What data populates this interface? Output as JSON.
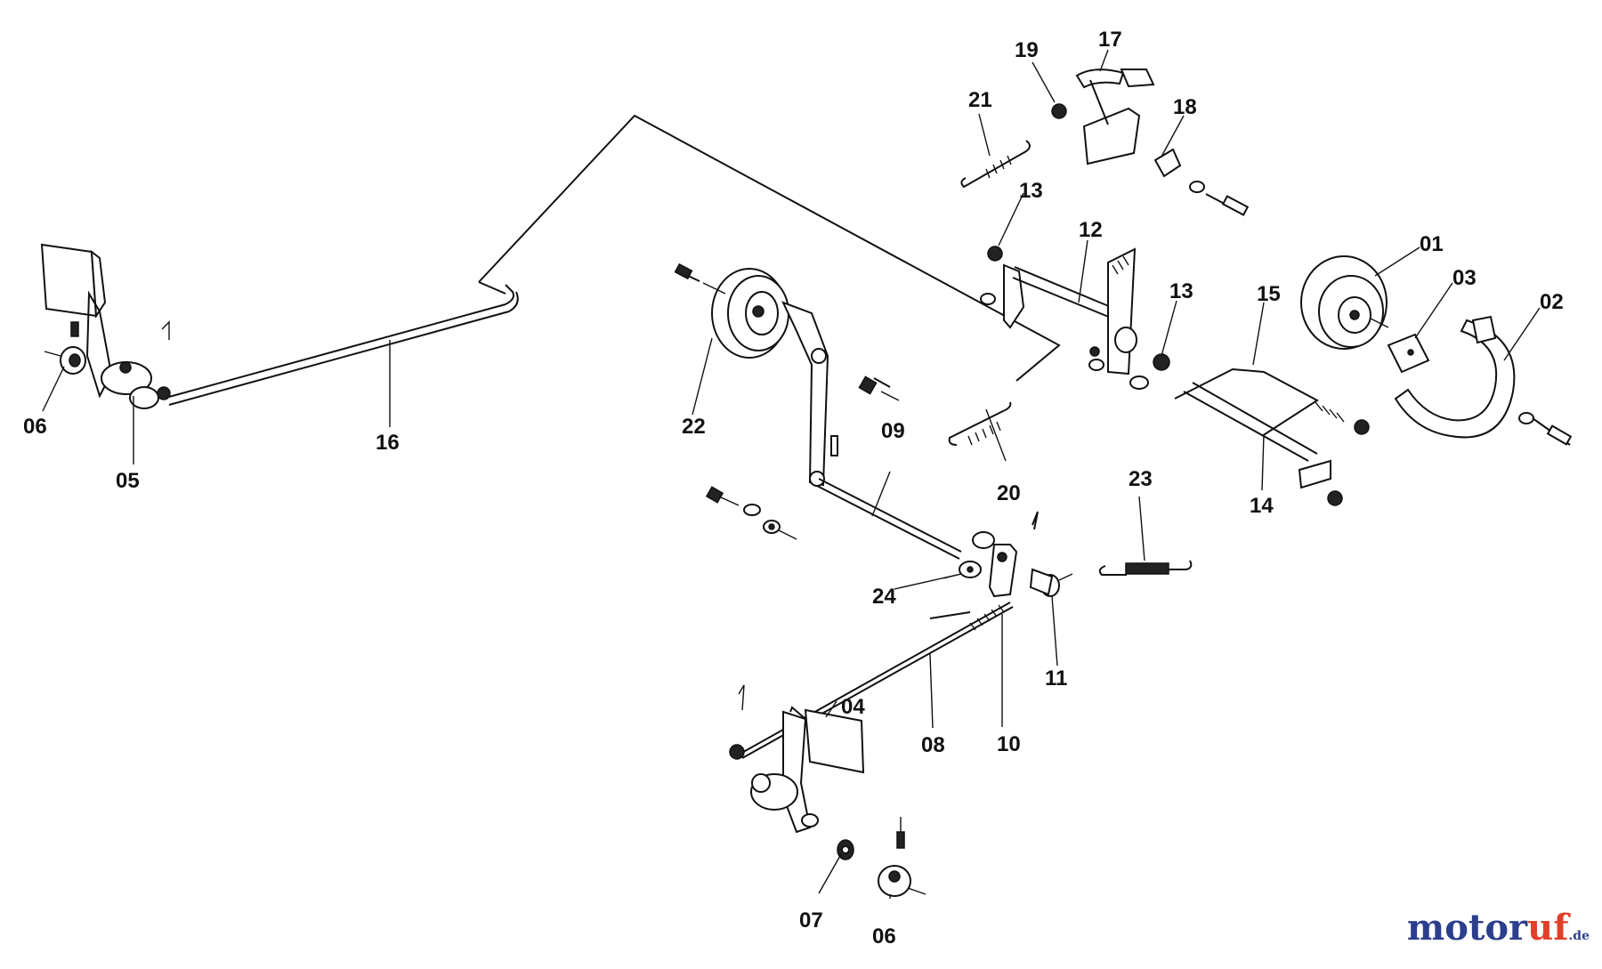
{
  "watermark": {
    "part1": "motor",
    "part2": "uf",
    "part3": ".de",
    "color_primary": "#2c3e8c",
    "color_accent": "#e0402a"
  },
  "callouts": {
    "p01": "01",
    "p02": "02",
    "p03": "03",
    "p04": "04",
    "p05": "05",
    "p06a": "06",
    "p06b": "06",
    "p07": "07",
    "p08": "08",
    "p09": "09",
    "p10": "10",
    "p11": "11",
    "p12": "12",
    "p13a": "13",
    "p13b": "13",
    "p14": "14",
    "p15": "15",
    "p16": "16",
    "p17": "17",
    "p18": "18",
    "p19": "19",
    "p20": "20",
    "p21": "21",
    "p22": "22",
    "p23": "23",
    "p24": "24"
  }
}
